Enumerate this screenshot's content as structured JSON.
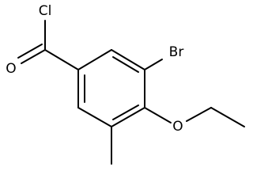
{
  "molecule": {
    "atom_labels": {
      "chlorine": "Cl",
      "carbonyl_oxygen": "O",
      "bromine": "Br",
      "ether_oxygen": "O"
    },
    "colors": {
      "bond": "#000000",
      "label": "#000000",
      "background": "#ffffff"
    }
  }
}
